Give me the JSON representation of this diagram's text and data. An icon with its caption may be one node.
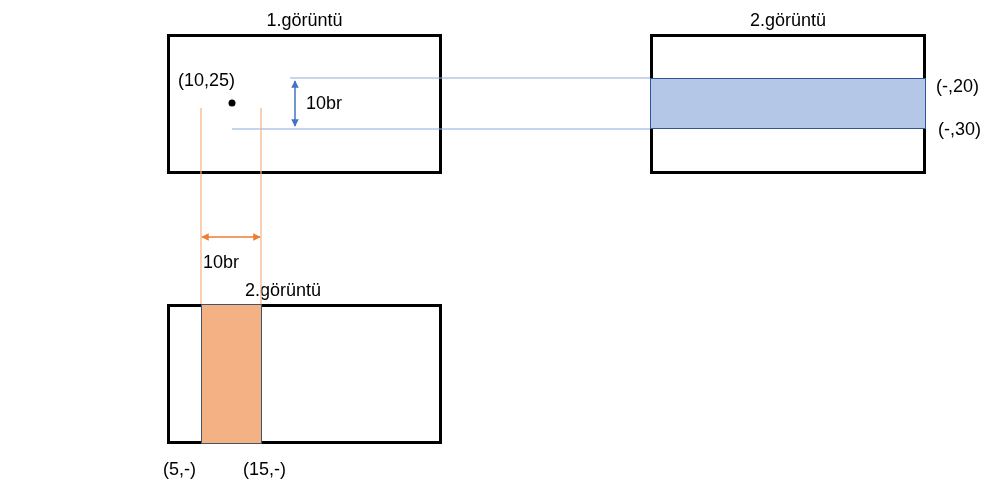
{
  "diagram": {
    "nodes": [
      {
        "text": [
          "1.görüntü"
        ]
      },
      {
        "text": [
          "2.görüntü"
        ]
      },
      {
        "text": [
          "2.görüntü"
        ]
      },
      {
        "text": [],
        "shape": "bar",
        "in": 1
      },
      {
        "text": [],
        "shape": "bar",
        "in": 2
      }
    ],
    "edges": [
      {
        "from": 0,
        "to": 3,
        "arrow": "none",
        "color": "#8faadc"
      },
      {
        "from": 0,
        "to": 3,
        "arrow": "none",
        "color": "#8faadc"
      },
      {
        "from": 0,
        "to": 4,
        "arrow": "none",
        "color": "#f4b183"
      },
      {
        "from": 0,
        "to": 4,
        "arrow": "none",
        "color": "#f4b183"
      }
    ],
    "labels": [
      "(10,25)",
      "10br",
      "(-,20)",
      "(-,30)",
      "10br",
      "(5,-)",
      "(15,-)"
    ]
  }
}
